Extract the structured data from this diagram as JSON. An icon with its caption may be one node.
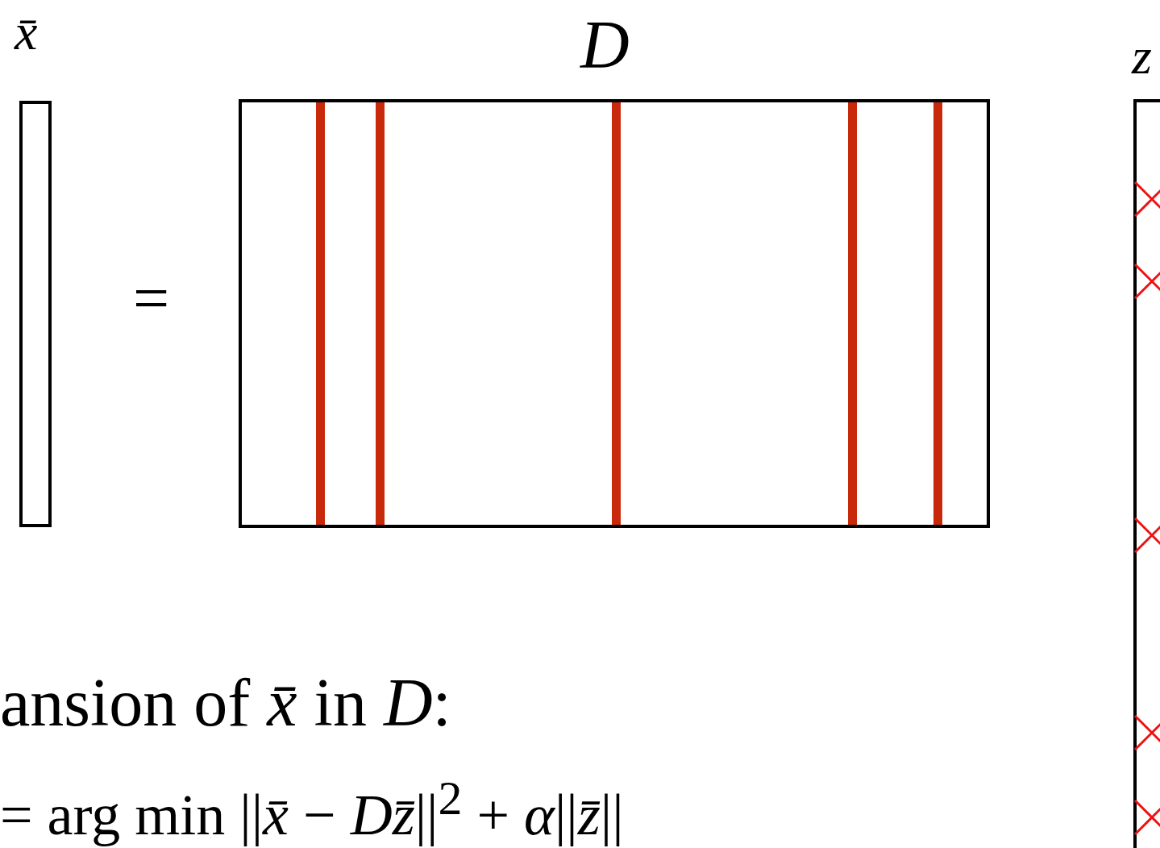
{
  "diagram": {
    "nodes": [
      {
        "text": [
          "x̄"
        ]
      },
      {
        "text": [
          "D"
        ]
      },
      {
        "text": [
          "z"
        ]
      }
    ],
    "edges": [],
    "labels": [
      "=",
      "ansion of *x̄* in *D*:",
      "= arg min ||*x̄* − *Dz̄*||$^{2}$ + *α*||*z̄*||"
    ]
  }
}
